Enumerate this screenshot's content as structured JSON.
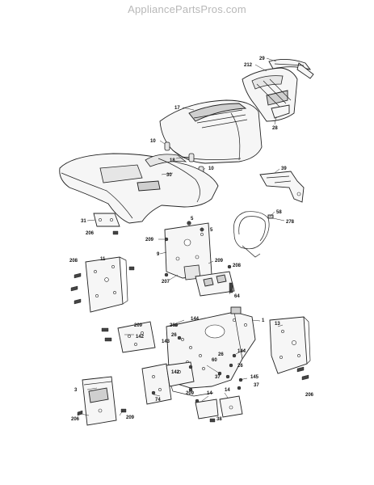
{
  "header": {
    "site": "AppliancePartsPros.com"
  },
  "callouts": [
    {
      "id": "c29a",
      "text": "29"
    },
    {
      "id": "c212",
      "text": "212"
    },
    {
      "id": "c17",
      "text": "17"
    },
    {
      "id": "c28",
      "text": "28"
    },
    {
      "id": "c10a",
      "text": "10"
    },
    {
      "id": "c18",
      "text": "18"
    },
    {
      "id": "c10b",
      "text": "10"
    },
    {
      "id": "c30",
      "text": "30"
    },
    {
      "id": "c39",
      "text": "39"
    },
    {
      "id": "c31",
      "text": "31"
    },
    {
      "id": "c206a",
      "text": "206"
    },
    {
      "id": "c5a",
      "text": "5"
    },
    {
      "id": "c5b",
      "text": "5"
    },
    {
      "id": "c58",
      "text": "58"
    },
    {
      "id": "c278",
      "text": "278"
    },
    {
      "id": "c209a",
      "text": "209"
    },
    {
      "id": "c9",
      "text": "9"
    },
    {
      "id": "c208a",
      "text": "208"
    },
    {
      "id": "c11",
      "text": "11"
    },
    {
      "id": "c209b",
      "text": "209"
    },
    {
      "id": "c208b",
      "text": "208"
    },
    {
      "id": "c207",
      "text": "207"
    },
    {
      "id": "c64",
      "text": "64"
    },
    {
      "id": "c1",
      "text": "1"
    },
    {
      "id": "c209c",
      "text": "209"
    },
    {
      "id": "c26a",
      "text": "26"
    },
    {
      "id": "c144a",
      "text": "144"
    },
    {
      "id": "c26b",
      "text": "26"
    },
    {
      "id": "c13",
      "text": "13"
    },
    {
      "id": "c142a",
      "text": "142"
    },
    {
      "id": "c143",
      "text": "143"
    },
    {
      "id": "c60",
      "text": "60"
    },
    {
      "id": "c26c",
      "text": "26"
    },
    {
      "id": "c144b",
      "text": "144"
    },
    {
      "id": "c26d",
      "text": "26"
    },
    {
      "id": "c142b",
      "text": "142"
    },
    {
      "id": "c37a",
      "text": "37"
    },
    {
      "id": "c145",
      "text": "145"
    },
    {
      "id": "c37b",
      "text": "37"
    },
    {
      "id": "c3",
      "text": "3"
    },
    {
      "id": "c74",
      "text": "74"
    },
    {
      "id": "c209d",
      "text": "209"
    },
    {
      "id": "c14a",
      "text": "14"
    },
    {
      "id": "c14b",
      "text": "14"
    },
    {
      "id": "c206b",
      "text": "206"
    },
    {
      "id": "c206c",
      "text": "206"
    },
    {
      "id": "c209e",
      "text": "209"
    },
    {
      "id": "c38",
      "text": "38"
    }
  ]
}
